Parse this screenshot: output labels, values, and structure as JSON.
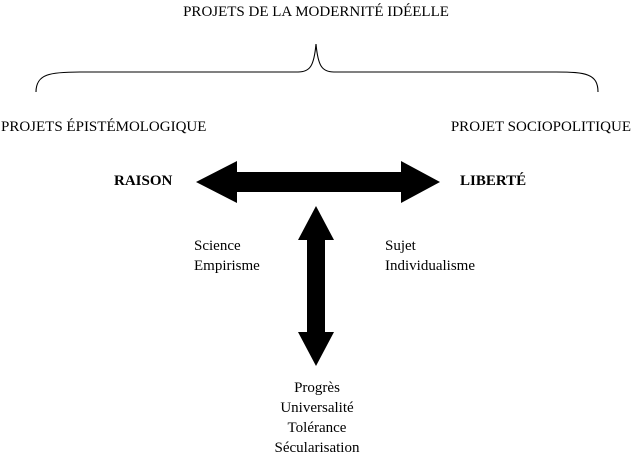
{
  "diagram": {
    "title": "PROJETS DE LA MODERNITÉ IDÉELLE",
    "left_heading": "PROJETS ÉPISTÉMOLOGIQUE",
    "right_heading": "PROJET SOCIOPOLITIQUE",
    "left_pole": "RAISON",
    "right_pole": "LIBERTÉ",
    "left_terms": [
      "Science",
      "Empirisme"
    ],
    "right_terms": [
      "Sujet",
      "Individualisme"
    ],
    "bottom_terms": [
      "Progrès",
      "Universalité",
      "Tolérance",
      "Sécularisation"
    ],
    "colors": {
      "ink": "#000000",
      "background": "#ffffff"
    }
  }
}
